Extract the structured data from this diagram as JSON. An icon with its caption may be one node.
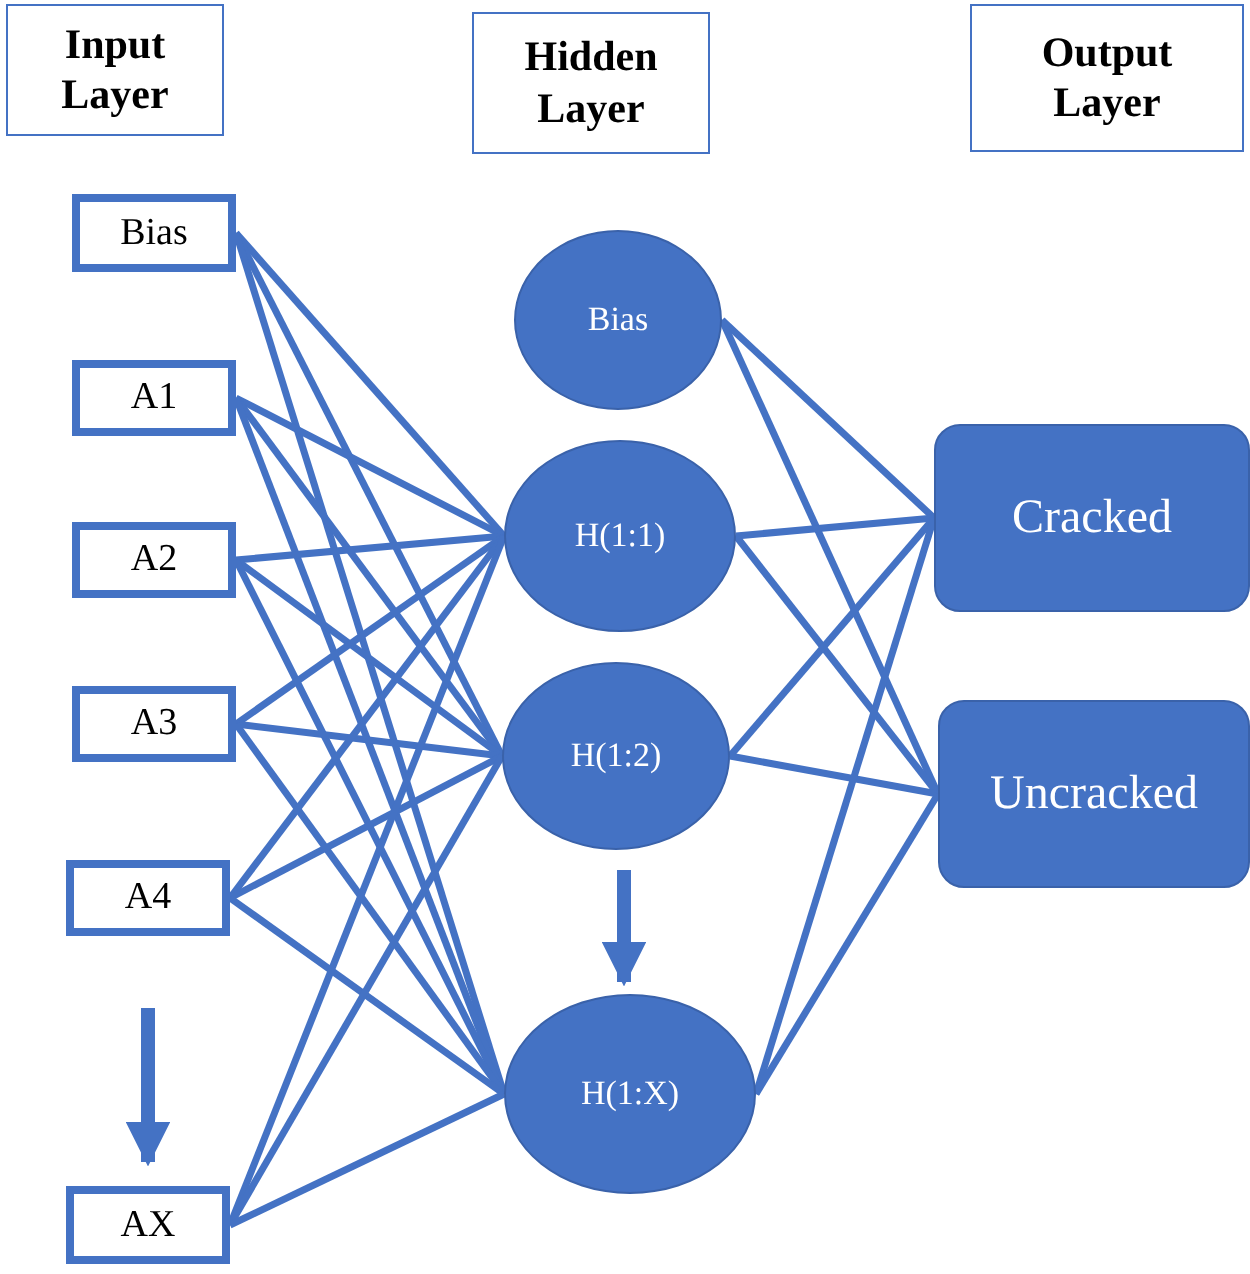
{
  "diagram": {
    "nodes": [
      {
        "text": [
          "Input Layer"
        ]
      },
      {
        "text": [
          "Hidden Layer"
        ]
      },
      {
        "text": [
          "Output Layer"
        ]
      },
      {
        "text": [
          "Bias"
        ]
      },
      {
        "text": [
          "A1"
        ]
      },
      {
        "text": [
          "A2"
        ]
      },
      {
        "text": [
          "A3"
        ]
      },
      {
        "text": [
          "A4"
        ]
      },
      {
        "text": [
          "AX"
        ]
      },
      {
        "text": [
          "Bias"
        ]
      },
      {
        "text": [
          "H(1:1)"
        ]
      },
      {
        "text": [
          "H(1:2)"
        ]
      },
      {
        "text": [
          "H(1:X)"
        ]
      },
      {
        "text": [
          "Cracked"
        ]
      },
      {
        "text": [
          "Uncracked"
        ]
      }
    ],
    "edges": [
      {
        "from": 3,
        "to": 10,
        "arrow": "none"
      },
      {
        "from": 3,
        "to": 11,
        "arrow": "none"
      },
      {
        "from": 3,
        "to": 12,
        "arrow": "none"
      },
      {
        "from": 4,
        "to": 10,
        "arrow": "none"
      },
      {
        "from": 4,
        "to": 11,
        "arrow": "none"
      },
      {
        "from": 4,
        "to": 12,
        "arrow": "none"
      },
      {
        "from": 5,
        "to": 10,
        "arrow": "none"
      },
      {
        "from": 5,
        "to": 11,
        "arrow": "none"
      },
      {
        "from": 5,
        "to": 12,
        "arrow": "none"
      },
      {
        "from": 6,
        "to": 10,
        "arrow": "none"
      },
      {
        "from": 6,
        "to": 11,
        "arrow": "none"
      },
      {
        "from": 6,
        "to": 12,
        "arrow": "none"
      },
      {
        "from": 7,
        "to": 10,
        "arrow": "none"
      },
      {
        "from": 7,
        "to": 11,
        "arrow": "none"
      },
      {
        "from": 7,
        "to": 12,
        "arrow": "none"
      },
      {
        "from": 8,
        "to": 10,
        "arrow": "none"
      },
      {
        "from": 8,
        "to": 11,
        "arrow": "none"
      },
      {
        "from": 8,
        "to": 12,
        "arrow": "none"
      },
      {
        "from": 9,
        "to": 13,
        "arrow": "none"
      },
      {
        "from": 9,
        "to": 14,
        "arrow": "none"
      },
      {
        "from": 10,
        "to": 13,
        "arrow": "none"
      },
      {
        "from": 10,
        "to": 14,
        "arrow": "none"
      },
      {
        "from": 11,
        "to": 13,
        "arrow": "none"
      },
      {
        "from": 11,
        "to": 14,
        "arrow": "none"
      },
      {
        "from": 12,
        "to": 13,
        "arrow": "none"
      },
      {
        "from": 12,
        "to": 14,
        "arrow": "none"
      },
      {
        "from": 7,
        "to": 8,
        "arrow": "to",
        "style": "thick"
      },
      {
        "from": 11,
        "to": 12,
        "arrow": "to",
        "style": "thick"
      }
    ]
  }
}
